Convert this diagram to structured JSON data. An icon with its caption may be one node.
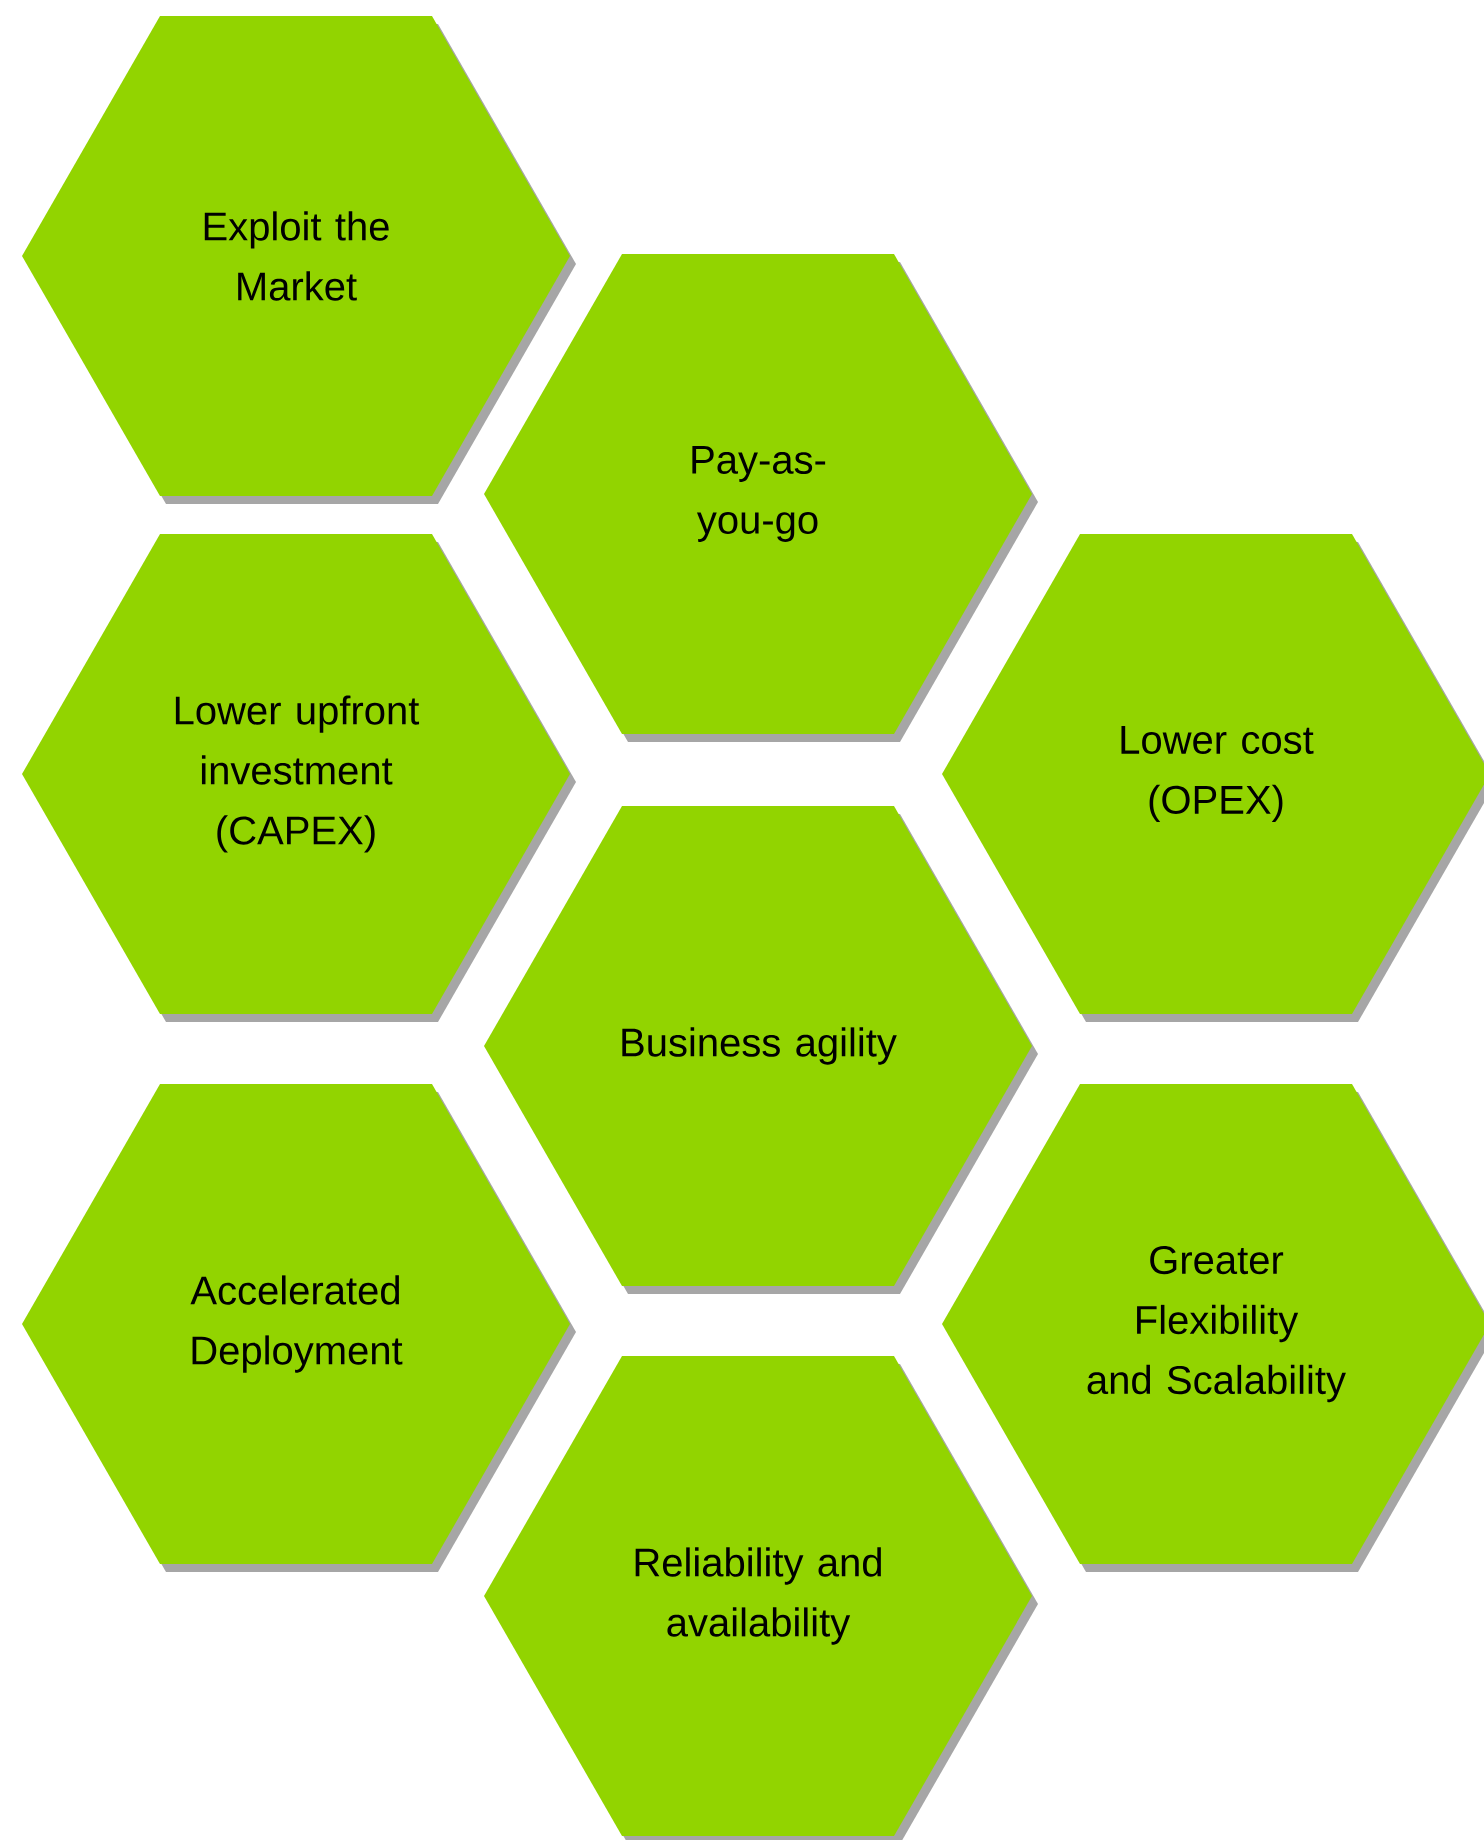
{
  "diagram": {
    "nodes": [
      {
        "text": [
          "Exploit the Market"
        ]
      },
      {
        "text": [
          "Pay-as-you-go"
        ]
      },
      {
        "text": [
          "Lower upfront investment (CAPEX)"
        ]
      },
      {
        "text": [
          "Lower cost (OPEX)"
        ]
      },
      {
        "text": [
          "Business agility"
        ]
      },
      {
        "text": [
          "Accelerated Deployment"
        ]
      },
      {
        "text": [
          "Greater Flexibility and Scalability"
        ]
      },
      {
        "text": [
          "Reliability and availability"
        ]
      }
    ]
  }
}
